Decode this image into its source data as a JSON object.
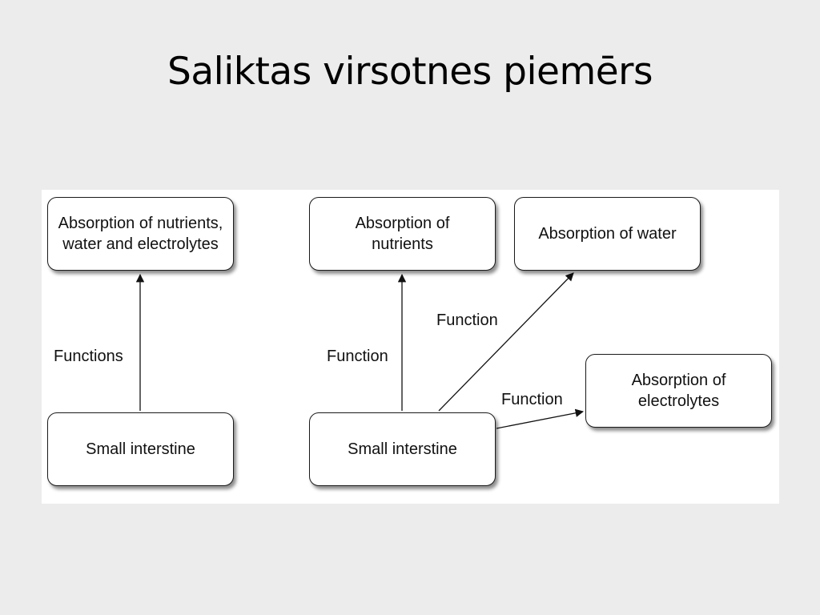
{
  "slide": {
    "title": "Saliktas virsotnes piemērs"
  },
  "left_diagram": {
    "target": "Absorption of nutrients, water and electrolytes",
    "source": "Small interstine",
    "edge_label": "Functions"
  },
  "right_diagram": {
    "source": "Small interstine",
    "target_nutrients": "Absorption of nutrients",
    "target_water": "Absorption of water",
    "target_electrolytes": "Absorption of electrolytes",
    "edge_label_nutrients": "Function",
    "edge_label_water": "Function",
    "edge_label_electrolytes": "Function"
  }
}
